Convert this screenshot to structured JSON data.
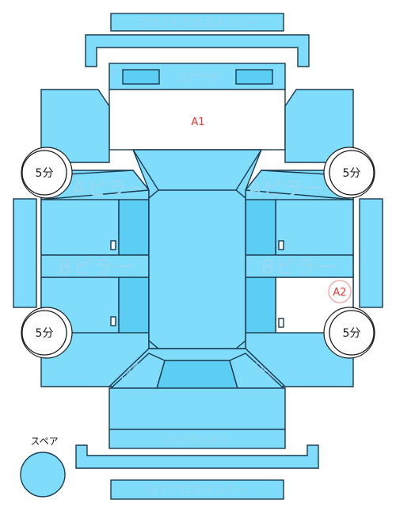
{
  "parts": {
    "front_cross_member": "フロントクロスメンバー",
    "core_support": "コアサポ",
    "a_pillar_left": "Aピラー",
    "a_pillar_right": "Aピラー",
    "b_pillar_left": "Bピラー",
    "b_pillar_right": "Bピラー",
    "c_left": "Cピラ",
    "c_right": "Cピラ",
    "back_panel": "バックパネル",
    "rear_cross_member": "リアクロスメンバー"
  },
  "damage_marks": {
    "a1": "A1",
    "a2": "A2"
  },
  "tires": {
    "front_left": "5分",
    "front_right": "5分",
    "rear_left": "5分",
    "rear_right": "5分"
  },
  "spare": {
    "label": "スペア"
  },
  "colors": {
    "panel_fill": "#7fdcfb",
    "panel_dark_fill": "#5ccdf3",
    "outline": "#1a3a50",
    "label_text": "#9ad7ee",
    "damage": "#e53935"
  }
}
